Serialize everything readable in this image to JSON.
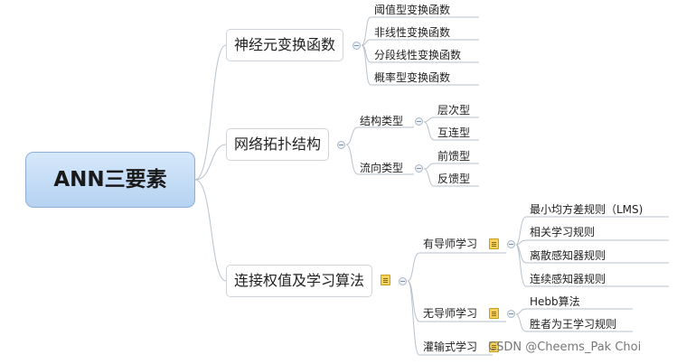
{
  "root": "ANN三要素",
  "branches": [
    {
      "label": "神经元变换函数",
      "children": [
        "阈值型变换函数",
        "非线性变换函数",
        "分段线性变换函数",
        "概率型变换函数"
      ]
    },
    {
      "label": "网络拓扑结构",
      "groups": [
        {
          "label": "结构类型",
          "children": [
            "层次型",
            "互连型"
          ]
        },
        {
          "label": "流向类型",
          "children": [
            "前馈型",
            "反馈型"
          ]
        }
      ]
    },
    {
      "label": "连接权值及学习算法",
      "groups": [
        {
          "label": "有导师学习",
          "children": [
            "最小均方差规则（LMS)",
            "相关学习规则",
            "离散感知器规则",
            "连续感知器规则"
          ]
        },
        {
          "label": "无导师学习",
          "children": [
            "Hebb算法",
            "胜者为王学习规则"
          ]
        },
        {
          "label": "灌输式学习",
          "children": []
        }
      ]
    }
  ],
  "watermark": "CSDN @Cheems_Pak Choi"
}
